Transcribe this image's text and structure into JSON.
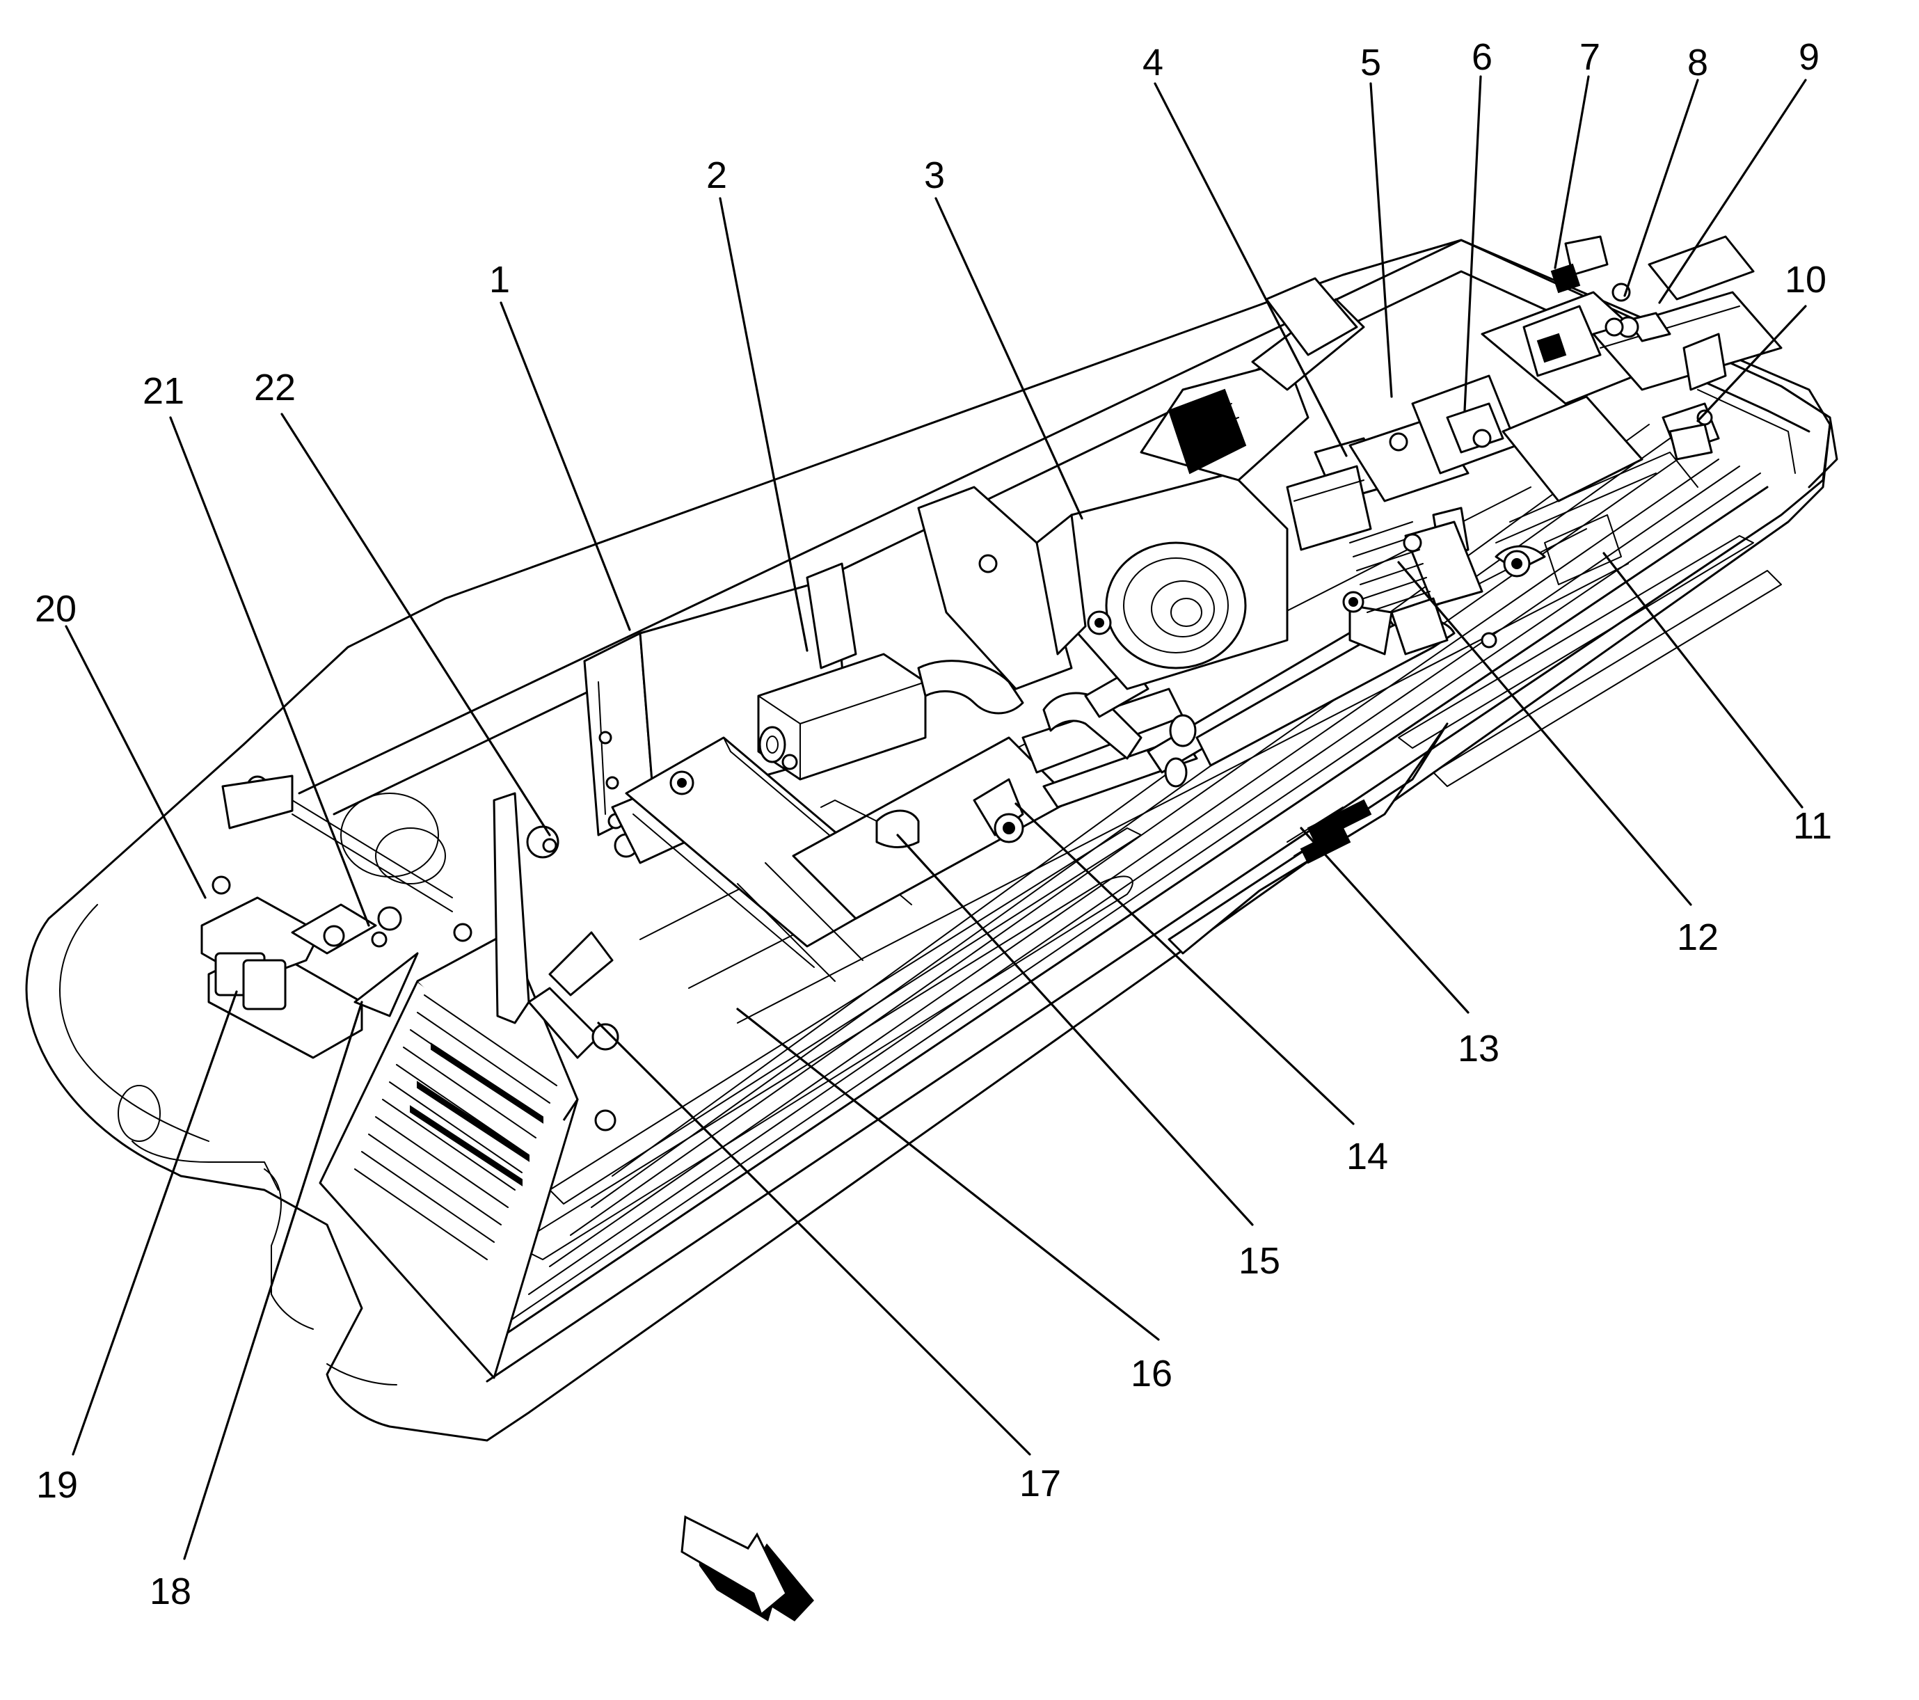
{
  "callouts": [
    {
      "id": "1",
      "label": "1"
    },
    {
      "id": "2",
      "label": "2"
    },
    {
      "id": "3",
      "label": "3"
    },
    {
      "id": "4",
      "label": "4"
    },
    {
      "id": "5",
      "label": "5"
    },
    {
      "id": "6",
      "label": "6"
    },
    {
      "id": "7",
      "label": "7"
    },
    {
      "id": "8",
      "label": "8"
    },
    {
      "id": "9",
      "label": "9"
    },
    {
      "id": "10",
      "label": "10"
    },
    {
      "id": "11",
      "label": "11"
    },
    {
      "id": "12",
      "label": "12"
    },
    {
      "id": "13",
      "label": "13"
    },
    {
      "id": "14",
      "label": "14"
    },
    {
      "id": "15",
      "label": "15"
    },
    {
      "id": "16",
      "label": "16"
    },
    {
      "id": "17",
      "label": "17"
    },
    {
      "id": "18",
      "label": "18"
    },
    {
      "id": "19",
      "label": "19"
    },
    {
      "id": "20",
      "label": "20"
    },
    {
      "id": "21",
      "label": "21"
    },
    {
      "id": "22",
      "label": "22"
    }
  ],
  "icons": {
    "direction_arrow": "front-direction-arrow-icon"
  },
  "colors": {
    "ink": "#000000",
    "paper": "#ffffff"
  }
}
